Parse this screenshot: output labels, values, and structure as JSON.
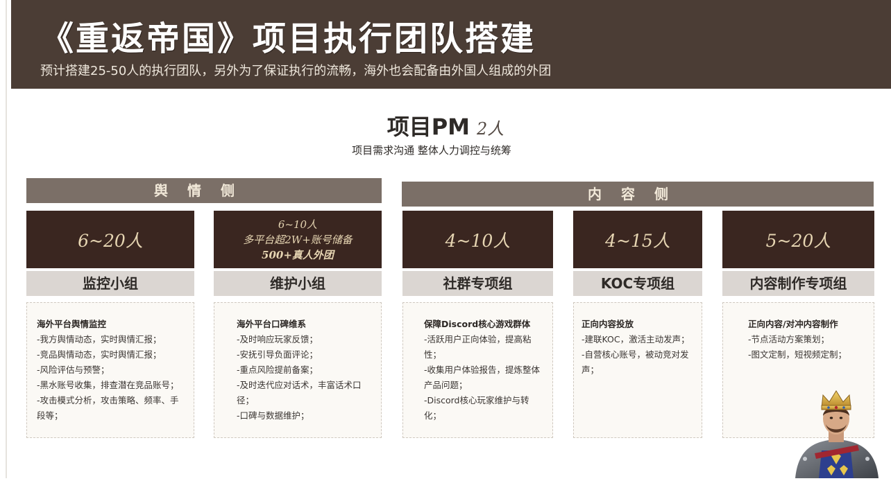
{
  "header": {
    "title": "《重返帝国》项目执行团队搭建",
    "subtitle": "预计搭建25-50人的执行团队，另外为了保证执行的流畅，海外也会配备由外国人组成的外团"
  },
  "pm": {
    "title": "项目PM",
    "count": "2人",
    "desc": "项目需求沟通 整体人力调控与统筹"
  },
  "sections": {
    "left": "舆情侧",
    "right": "内容侧"
  },
  "groups": [
    {
      "count": "6~20人",
      "name": "监控小组",
      "head": "海外平台舆情监控",
      "items": [
        "-我方舆情动态，实时舆情汇报；",
        "-竞品舆情动态，实时舆情汇报；",
        "-风险评估与预警；",
        "-黑水账号收集，排查潜在竞品账号；",
        "-攻击模式分析，攻击策略、频率、手段等；"
      ]
    },
    {
      "count_lines": [
        "6~10人",
        "多平台超2W+账号储备",
        "500+真人外团"
      ],
      "name": "维护小组",
      "head": "海外平台口碑维系",
      "items": [
        "-及时响应玩家反馈；",
        "-安抚引导负面评论；",
        "-重点风险提前备案；",
        "-及时迭代应对话术，丰富话术口径；",
        "-口碑与数据维护；"
      ]
    },
    {
      "count": "4~10人",
      "name": "社群专项组",
      "head": "保障Discord核心游戏群体",
      "items": [
        "-活跃用户正向体验，提高粘性；",
        "-收集用户体验报告，提炼整体产品问题；",
        "-Discord核心玩家维护与转化；"
      ]
    },
    {
      "count": "4~15人",
      "name": "KOC专项组",
      "head": "正向内容投放",
      "items": [
        "-建联KOC，激活主动发声；",
        "-自营核心账号，被动竞对发声；"
      ]
    },
    {
      "count": "5~20人",
      "name": "内容制作专项组",
      "head": "正向内容/对冲内容制作",
      "items": [
        "-节点活动方案策划；",
        "-图文定制，短视频定制；"
      ]
    }
  ],
  "colors": {
    "header_bg": "#4b3d35",
    "section_bg": "#7b6f67",
    "count_bg": "#3a2620",
    "group_bg": "#dbd6d2",
    "count_text": "#e6d5b2"
  },
  "illustration": "crowned-knight-icon"
}
